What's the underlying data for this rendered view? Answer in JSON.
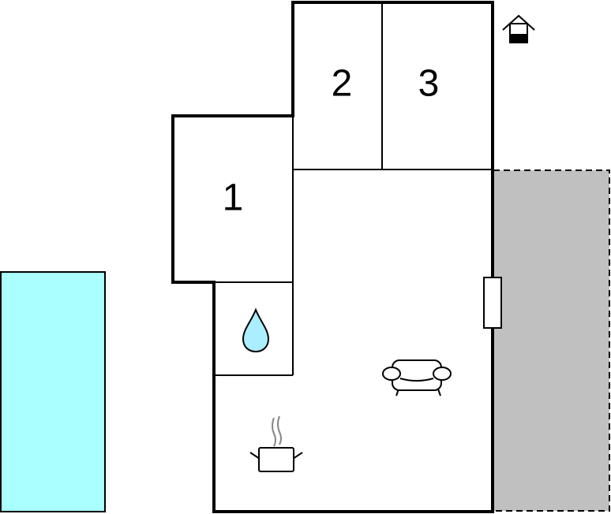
{
  "plan": {
    "rooms": [
      {
        "label": "1"
      },
      {
        "label": "2"
      },
      {
        "label": "3"
      }
    ],
    "icons": {
      "bathroom": "water-drop-icon",
      "kitchen": "cooking-pot-icon",
      "living": "sofa-icon",
      "floor": "house-level-icon",
      "entrance": "door-icon"
    },
    "colors": {
      "pool": "#aaffff",
      "terrace": "#c0c0c0",
      "walls": "#000000",
      "water_drop": "#aaeeff"
    }
  }
}
